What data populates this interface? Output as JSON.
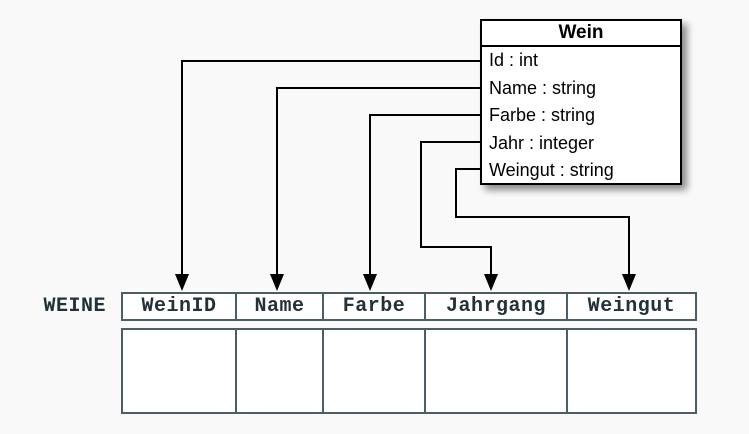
{
  "diagram": {
    "class_box": {
      "title": "Wein",
      "attributes": [
        "Id : int",
        "Name : string",
        "Farbe : string",
        "Jahr : integer",
        "Weingut : string"
      ]
    },
    "table": {
      "label": "WEINE",
      "columns": [
        "WeinID",
        "Name",
        "Farbe",
        "Jahrgang",
        "Weingut"
      ],
      "body_row_empty": true
    },
    "mappings": [
      {
        "from": "Id",
        "to": "WeinID"
      },
      {
        "from": "Name",
        "to": "Name"
      },
      {
        "from": "Farbe",
        "to": "Farbe"
      },
      {
        "from": "Jahr",
        "to": "Jahrgang"
      },
      {
        "from": "Weingut",
        "to": "Weingut"
      }
    ],
    "colors": {
      "background": "#f9f9f9",
      "class_box_border": "#000000",
      "class_box_fill": "#ffffff",
      "connector": "#000000",
      "table_border": "#4d5e63",
      "table_text": "#223238"
    }
  }
}
